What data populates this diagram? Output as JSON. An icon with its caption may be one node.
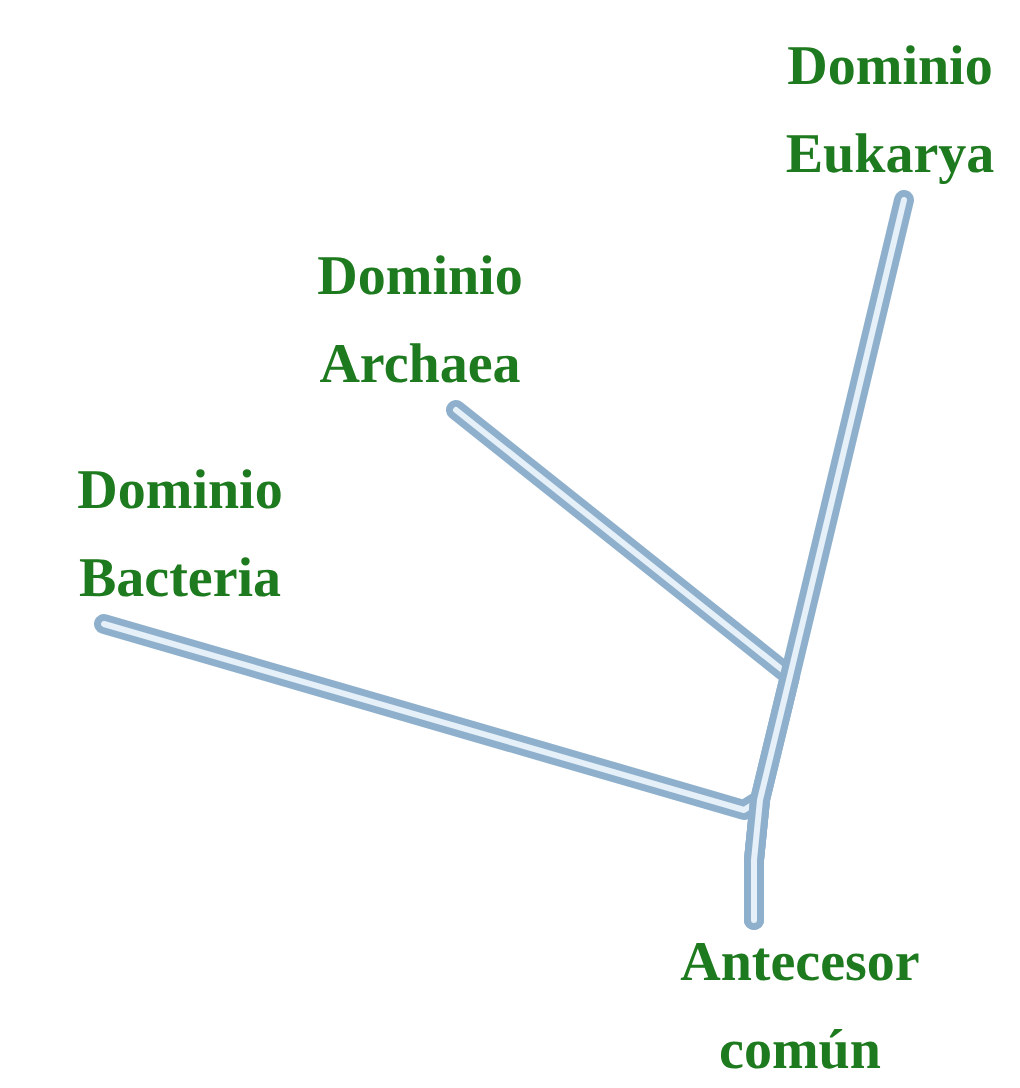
{
  "diagram": {
    "nodes": [
      {
        "text": [
          "Dominio Bacteria"
        ]
      },
      {
        "text": [
          "Dominio Archaea"
        ]
      },
      {
        "text": [
          "Dominio Eukarya"
        ]
      },
      {
        "text": [
          "Antecesor común"
        ]
      }
    ],
    "edges": [
      {
        "from": 3,
        "to": 0,
        "arrow": "none"
      },
      {
        "from": 3,
        "to": 1,
        "arrow": "none"
      },
      {
        "from": 3,
        "to": 2,
        "arrow": "none"
      }
    ]
  }
}
